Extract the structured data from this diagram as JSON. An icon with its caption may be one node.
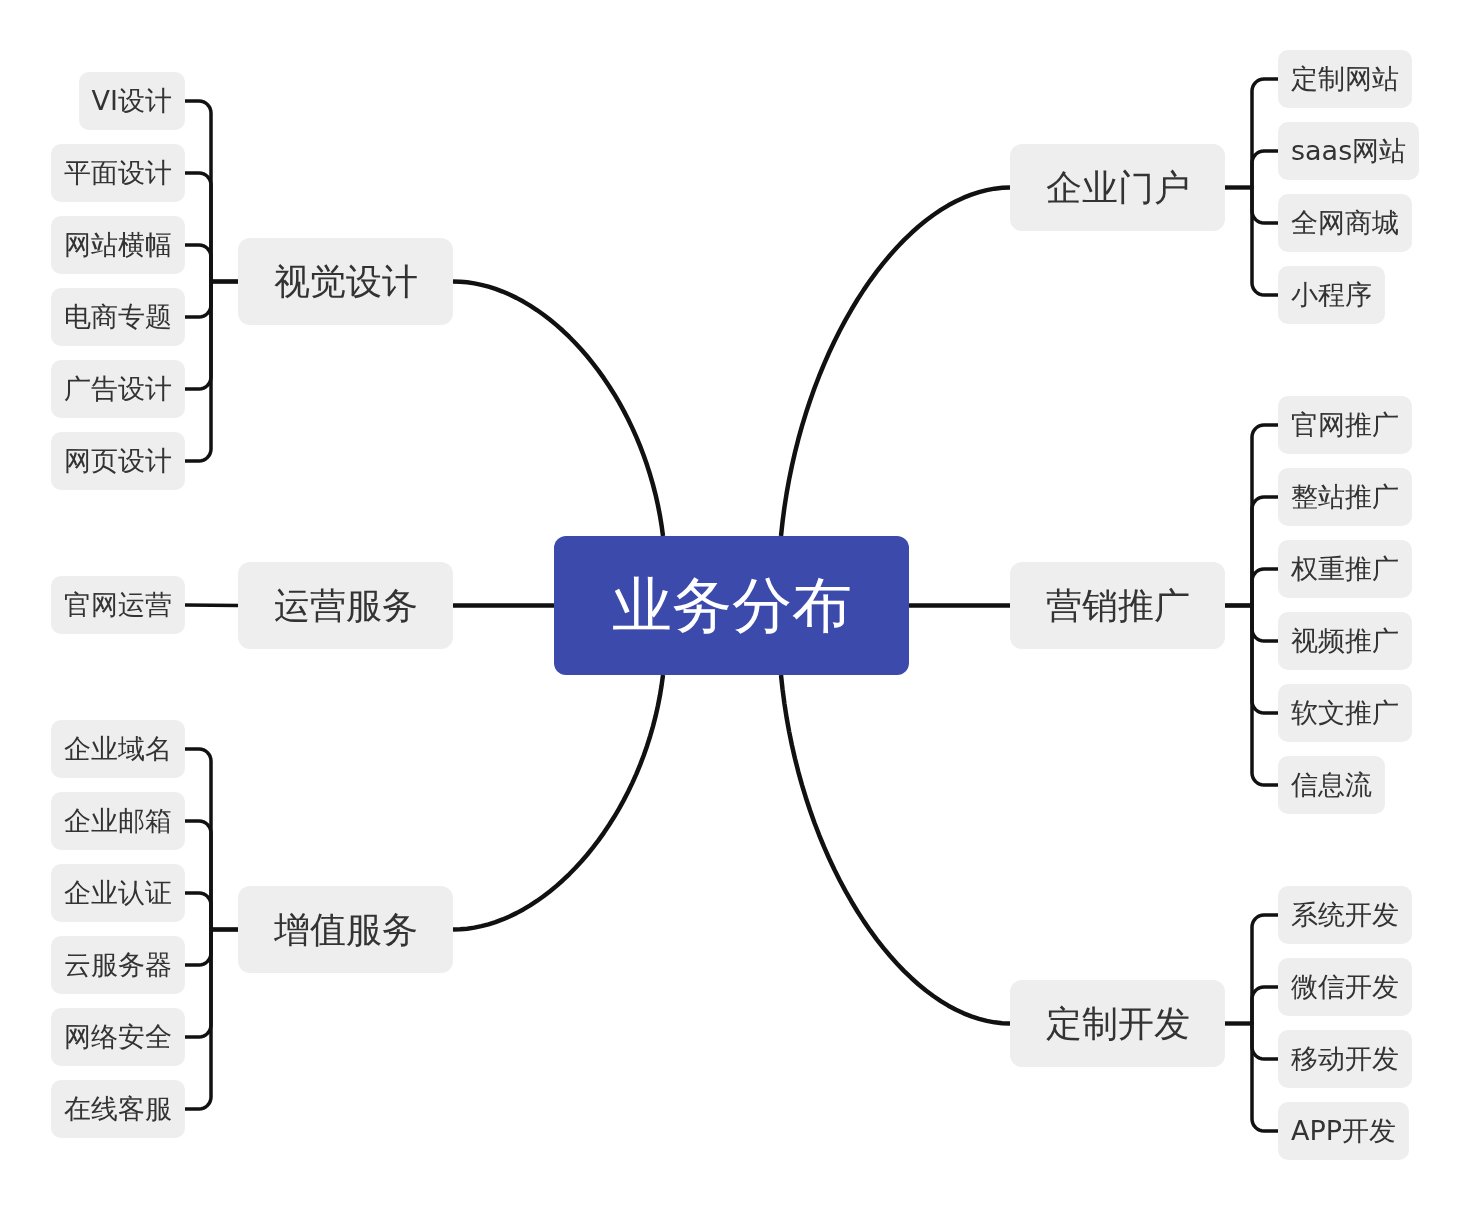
{
  "diagram": {
    "nodes": [
      {
        "text": [
          "业务分布"
        ]
      },
      {
        "text": [
          "视觉设计"
        ]
      },
      {
        "text": [
          "VI设计"
        ]
      },
      {
        "text": [
          "平面设计"
        ]
      },
      {
        "text": [
          "网站横幅"
        ]
      },
      {
        "text": [
          "电商专题"
        ]
      },
      {
        "text": [
          "广告设计"
        ]
      },
      {
        "text": [
          "网页设计"
        ]
      },
      {
        "text": [
          "运营服务"
        ]
      },
      {
        "text": [
          "官网运营"
        ]
      },
      {
        "text": [
          "增值服务"
        ]
      },
      {
        "text": [
          "企业域名"
        ]
      },
      {
        "text": [
          "企业邮箱"
        ]
      },
      {
        "text": [
          "企业认证"
        ]
      },
      {
        "text": [
          "云服务器"
        ]
      },
      {
        "text": [
          "网络安全"
        ]
      },
      {
        "text": [
          "在线客服"
        ]
      },
      {
        "text": [
          "企业门户"
        ]
      },
      {
        "text": [
          "定制网站"
        ]
      },
      {
        "text": [
          "saas网站"
        ]
      },
      {
        "text": [
          "全网商城"
        ]
      },
      {
        "text": [
          "小程序"
        ]
      },
      {
        "text": [
          "营销推广"
        ]
      },
      {
        "text": [
          "官网推广"
        ]
      },
      {
        "text": [
          "整站推广"
        ]
      },
      {
        "text": [
          "权重推广"
        ]
      },
      {
        "text": [
          "视频推广"
        ]
      },
      {
        "text": [
          "软文推广"
        ]
      },
      {
        "text": [
          "信息流"
        ]
      },
      {
        "text": [
          "定制开发"
        ]
      },
      {
        "text": [
          "系统开发"
        ]
      },
      {
        "text": [
          "微信开发"
        ]
      },
      {
        "text": [
          "移动开发"
        ]
      },
      {
        "text": [
          "APP开发"
        ]
      }
    ],
    "edges": [
      {
        "from": 0,
        "to": 1,
        "arrow": "none"
      },
      {
        "from": 1,
        "to": 2,
        "arrow": "none"
      },
      {
        "from": 1,
        "to": 3,
        "arrow": "none"
      },
      {
        "from": 1,
        "to": 4,
        "arrow": "none"
      },
      {
        "from": 1,
        "to": 5,
        "arrow": "none"
      },
      {
        "from": 1,
        "to": 6,
        "arrow": "none"
      },
      {
        "from": 1,
        "to": 7,
        "arrow": "none"
      },
      {
        "from": 0,
        "to": 8,
        "arrow": "none"
      },
      {
        "from": 8,
        "to": 9,
        "arrow": "none"
      },
      {
        "from": 0,
        "to": 10,
        "arrow": "none"
      },
      {
        "from": 10,
        "to": 11,
        "arrow": "none"
      },
      {
        "from": 10,
        "to": 12,
        "arrow": "none"
      },
      {
        "from": 10,
        "to": 13,
        "arrow": "none"
      },
      {
        "from": 10,
        "to": 14,
        "arrow": "none"
      },
      {
        "from": 10,
        "to": 15,
        "arrow": "none"
      },
      {
        "from": 10,
        "to": 16,
        "arrow": "none"
      },
      {
        "from": 0,
        "to": 17,
        "arrow": "none"
      },
      {
        "from": 17,
        "to": 18,
        "arrow": "none"
      },
      {
        "from": 17,
        "to": 19,
        "arrow": "none"
      },
      {
        "from": 17,
        "to": 20,
        "arrow": "none"
      },
      {
        "from": 17,
        "to": 21,
        "arrow": "none"
      },
      {
        "from": 0,
        "to": 22,
        "arrow": "none"
      },
      {
        "from": 22,
        "to": 23,
        "arrow": "none"
      },
      {
        "from": 22,
        "to": 24,
        "arrow": "none"
      },
      {
        "from": 22,
        "to": 25,
        "arrow": "none"
      },
      {
        "from": 22,
        "to": 26,
        "arrow": "none"
      },
      {
        "from": 22,
        "to": 27,
        "arrow": "none"
      },
      {
        "from": 22,
        "to": 28,
        "arrow": "none"
      },
      {
        "from": 0,
        "to": 29,
        "arrow": "none"
      },
      {
        "from": 29,
        "to": 30,
        "arrow": "none"
      },
      {
        "from": 29,
        "to": 31,
        "arrow": "none"
      },
      {
        "from": 29,
        "to": 32,
        "arrow": "none"
      },
      {
        "from": 29,
        "to": 33,
        "arrow": "none"
      }
    ]
  }
}
